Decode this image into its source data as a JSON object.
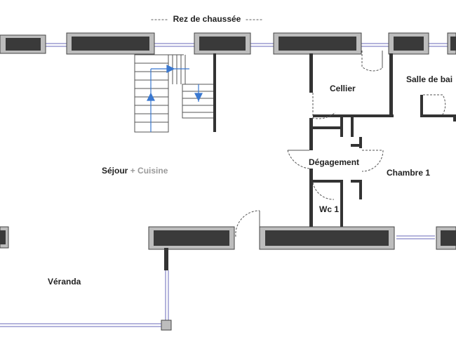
{
  "title": "Rez de chaussée",
  "title_dashes": "-----",
  "rooms": {
    "sejour": "Séjour",
    "plus": "+",
    "cuisine": "Cuisine",
    "cellier": "Cellier",
    "salle_de_bain": "Salle de bai",
    "degagement": "Dégagement",
    "chambre1": "Chambre 1",
    "wc1": "Wc 1",
    "veranda": "Véranda"
  },
  "colors": {
    "wall": "#333333",
    "window_fill": "#3a3a3a",
    "window_edge": "#9a9a9a",
    "stair_arrow": "#3a78d0",
    "glazing": "#6a6ab8"
  }
}
